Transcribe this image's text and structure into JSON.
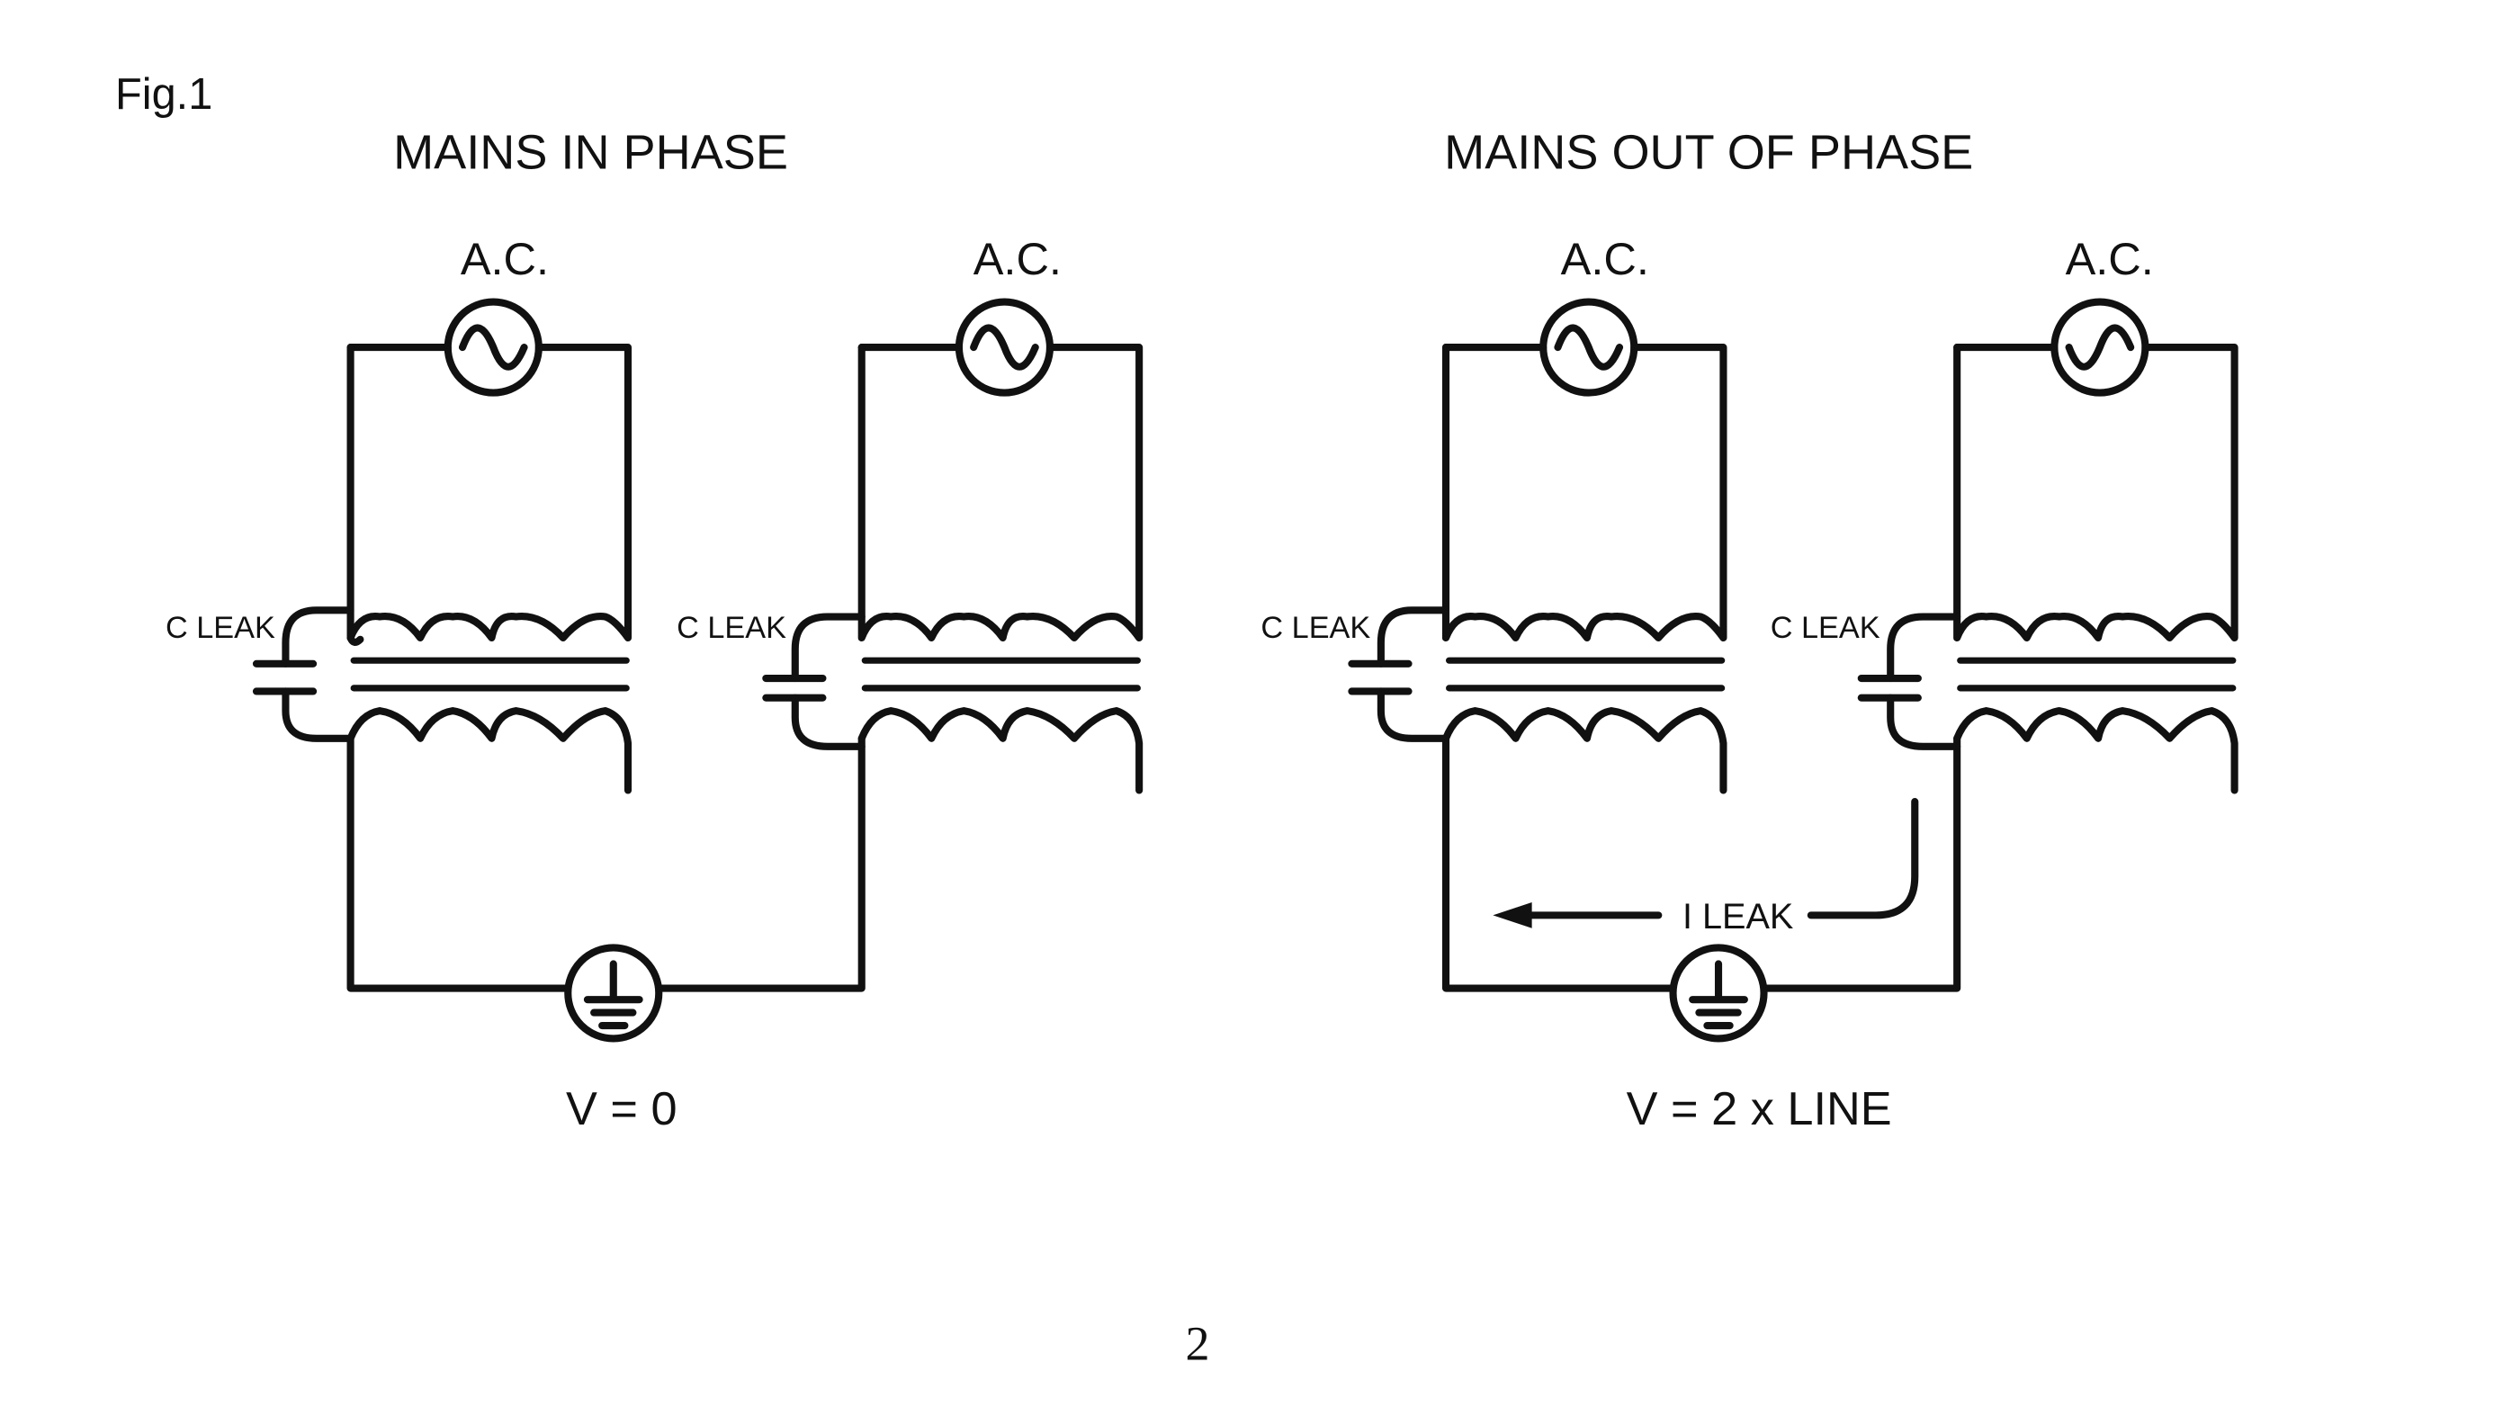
{
  "figure_label": "Fig.1",
  "left_panel": {
    "title": "MAINS IN PHASE",
    "source_a_label": "A.C.",
    "source_b_label": "A.C.",
    "cap_a_label": "C LEAK",
    "cap_b_label": "C LEAK",
    "voltage_label": "V = 0"
  },
  "right_panel": {
    "title": "MAINS OUT OF PHASE",
    "source_a_label": "A.C.",
    "source_b_label": "A.C.",
    "cap_a_label": "C LEAK",
    "cap_b_label": "C LEAK",
    "current_label": "I LEAK",
    "voltage_label": "V = 2 x LINE"
  },
  "page_number": "2",
  "icons": [
    "ac-source-icon",
    "ground-icon",
    "capacitor-icon",
    "transformer-icon",
    "arrow-left-icon"
  ]
}
